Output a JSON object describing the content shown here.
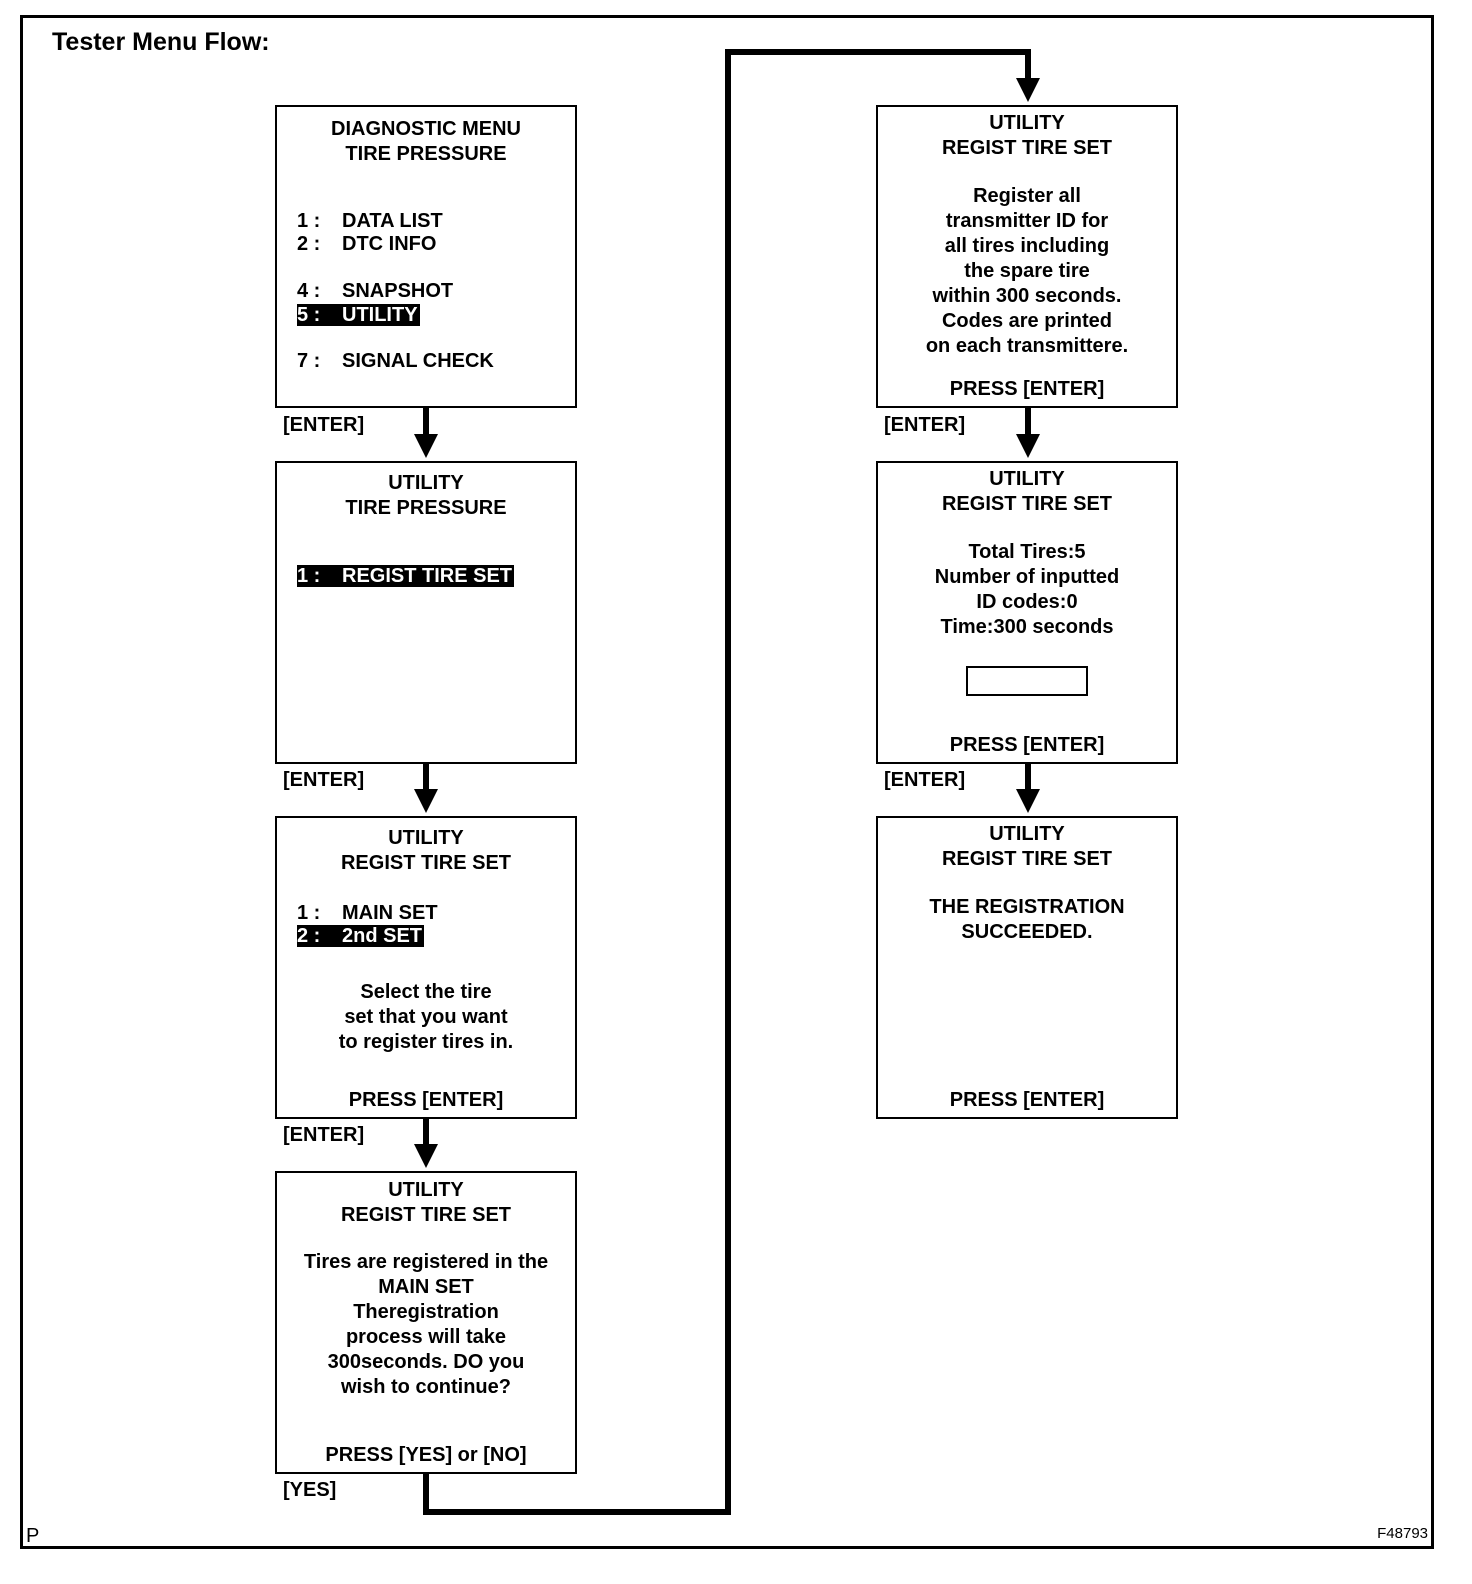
{
  "title": "Tester Menu Flow:",
  "corner_label": "P",
  "figure_code": "F48793",
  "screens": [
    {
      "heading": [
        "DIAGNOSTIC MENU",
        "TIRE PRESSURE"
      ],
      "menu": [
        {
          "num": "1 :",
          "label": "DATA LIST",
          "selected": false
        },
        {
          "num": "2 :",
          "label": "DTC INFO",
          "selected": false
        },
        {
          "num": "4 :",
          "label": "SNAPSHOT",
          "selected": false
        },
        {
          "num": "5 :",
          "label": "UTILITY",
          "selected": true
        },
        {
          "num": "7 :",
          "label": "SIGNAL CHECK",
          "selected": false
        }
      ]
    },
    {
      "heading": [
        "UTILITY",
        "TIRE PRESSURE"
      ],
      "menu": [
        {
          "num": "1 :",
          "label": "REGIST TIRE SET",
          "selected": true
        }
      ]
    },
    {
      "heading": [
        "UTILITY",
        "REGIST TIRE SET"
      ],
      "menu": [
        {
          "num": "1 :",
          "label": "MAIN SET",
          "selected": false
        },
        {
          "num": "2 :",
          "label": "2nd SET",
          "selected": true
        }
      ],
      "message": [
        "Select the tire",
        "set that you want",
        "to register tires in."
      ],
      "prompt": "PRESS  [ENTER]"
    },
    {
      "heading": [
        "UTILITY",
        "REGIST TIRE SET"
      ],
      "message": [
        "Tires are registered in the",
        "MAIN SET",
        "Theregistration",
        "process will take",
        "300seconds. DO you",
        "wish to continue?"
      ],
      "prompt": "PRESS  [YES]  or  [NO]"
    },
    {
      "heading": [
        "UTILITY",
        "REGIST TIRE SET"
      ],
      "message": [
        "Register all",
        "transmitter ID for",
        "all tires including",
        "the spare tire",
        "within 300 seconds.",
        "Codes are printed",
        "on each transmittere."
      ],
      "prompt": "PRESS  [ENTER]"
    },
    {
      "heading": [
        "UTILITY",
        "REGIST TIRE SET"
      ],
      "message": [
        "Total Tires:5",
        "Number of inputted",
        "ID codes:0",
        "Time:300 seconds"
      ],
      "prompt": "PRESS  [ENTER]"
    },
    {
      "heading": [
        "UTILITY",
        "REGIST TIRE SET"
      ],
      "message": [
        "THE REGISTRATION",
        "SUCCEEDED."
      ],
      "prompt": "PRESS  [ENTER]"
    }
  ],
  "key_labels": [
    "[ENTER]",
    "[ENTER]",
    "[ENTER]",
    "[YES]",
    "[ENTER]",
    "[ENTER]"
  ]
}
